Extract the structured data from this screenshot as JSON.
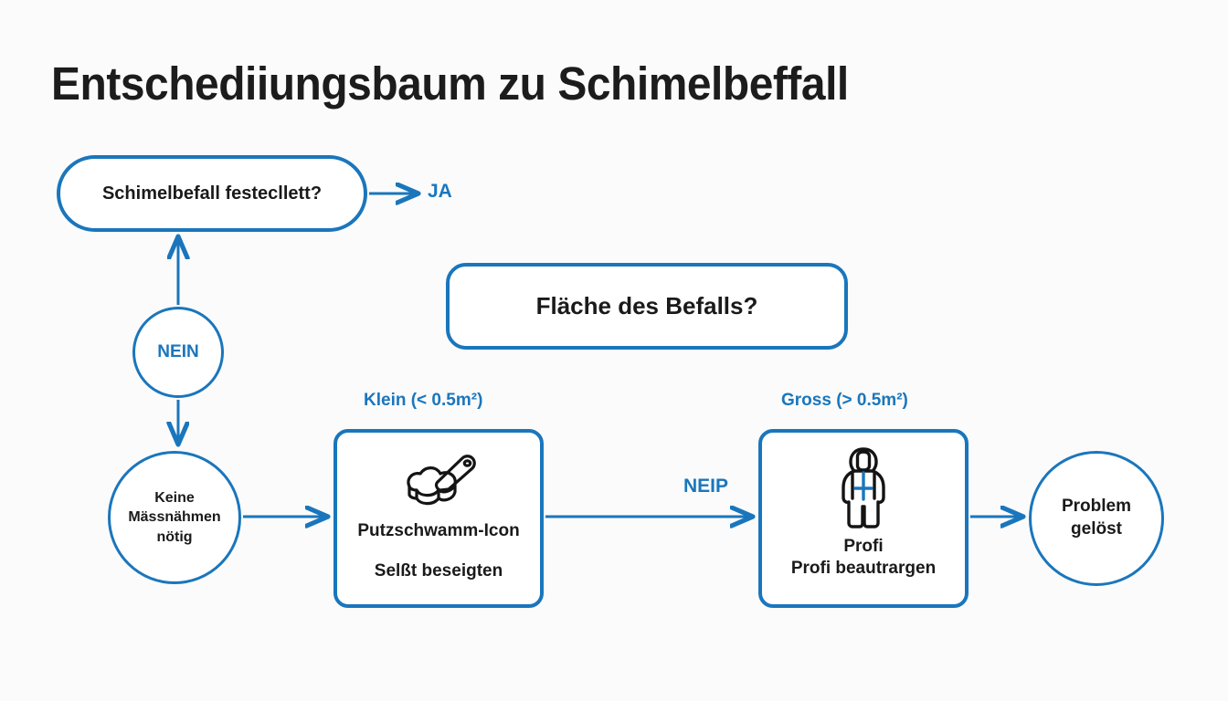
{
  "page": {
    "title": "Entschediiungsbaum zu Schimelbeffall",
    "background_color": "#fbfbfb",
    "accent_color": "#1a76bc",
    "text_color": "#1a1a1a"
  },
  "nodes": {
    "detect": {
      "label": "Schimelbefall festecllett?",
      "shape": "pill"
    },
    "nein": {
      "label": "NEIN",
      "shape": "circle"
    },
    "area": {
      "label": "Fläche des Befalls?",
      "shape": "rounded-rect"
    },
    "none": {
      "line1": "Keine",
      "line2": "Mässnähmen",
      "line3": "nötig",
      "shape": "circle"
    },
    "self": {
      "icon_name": "putzschwamm-icon",
      "caption": "Putzschwamm-Icon",
      "action": "Selßt beseigten",
      "shape": "rounded-rect"
    },
    "pro": {
      "icon_name": "hazmat-suit-icon",
      "caption": "Profi",
      "action": "Profi beautrargen",
      "shape": "rounded-rect"
    },
    "done": {
      "line1": "Problem",
      "line2": "gelöst",
      "shape": "circle"
    }
  },
  "edge_labels": {
    "ja": "JA",
    "klein": "Klein (< 0.5m²)",
    "gross": "Gross (> 0.5m²)",
    "neip": "NEIP"
  }
}
